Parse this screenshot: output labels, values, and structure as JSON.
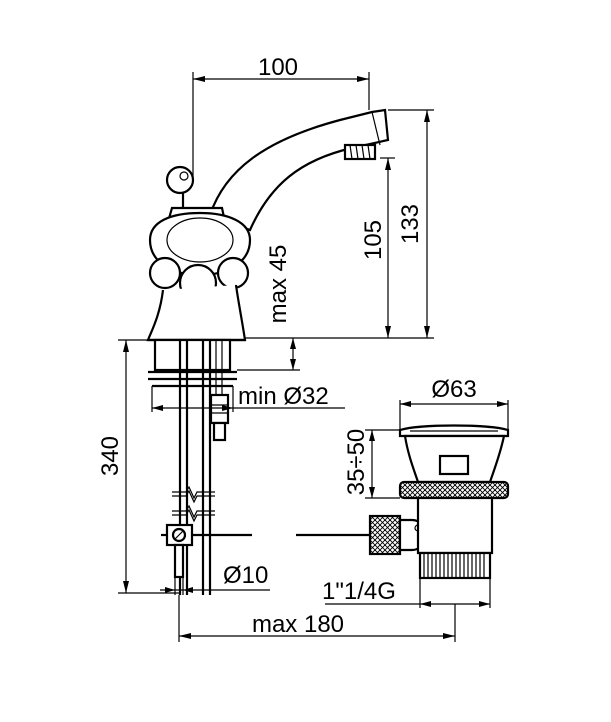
{
  "dimensions": {
    "spout_reach": "100",
    "total_height": "133",
    "spout_height": "105",
    "max_thickness": "max 45",
    "hole_diameter": "min Ø32",
    "drain_cap_diameter": "Ø63",
    "drain_range": "35÷50",
    "rod_length": "340",
    "rod_diameter": "Ø10",
    "drain_thread": "1\"1/4G",
    "max_distance": "max 180"
  }
}
